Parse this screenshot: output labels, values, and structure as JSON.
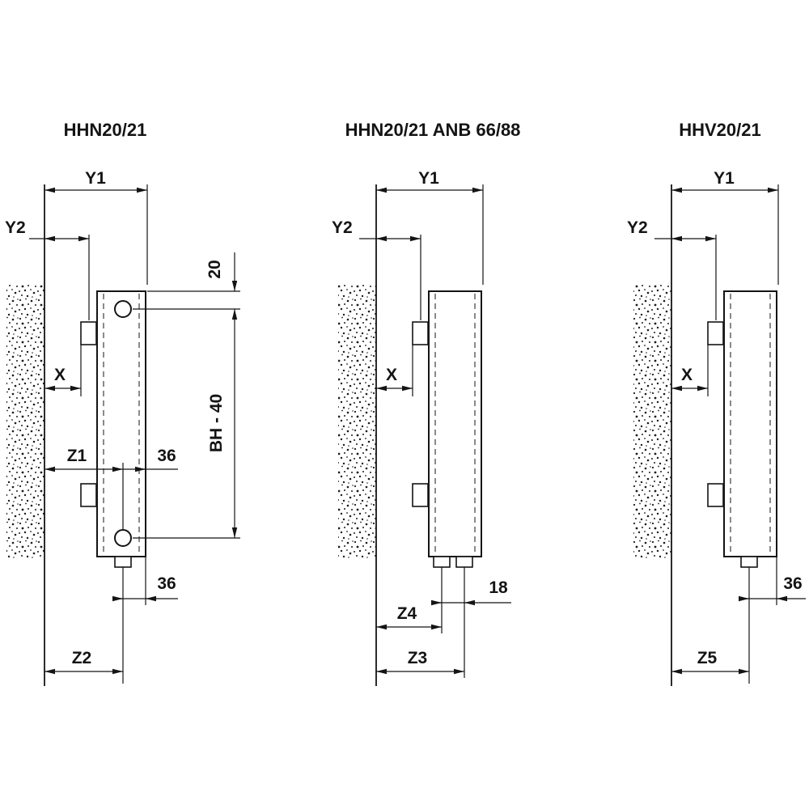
{
  "panels": {
    "hhn": {
      "title": "HHN20/21",
      "dims": {
        "y1": "Y1",
        "y2": "Y2",
        "x": "X",
        "top_offset": "20",
        "build_height": "BH - 40",
        "side_offset": "36",
        "z1": "Z1",
        "bottom_offset": "36",
        "z2": "Z2"
      }
    },
    "hhn_anb": {
      "title": "HHN20/21 ANB 66/88",
      "dims": {
        "y1": "Y1",
        "y2": "Y2",
        "x": "X",
        "pipe_spacing": "18",
        "z4": "Z4",
        "z3": "Z3"
      }
    },
    "hhv": {
      "title": "HHV20/21",
      "dims": {
        "y1": "Y1",
        "y2": "Y2",
        "x": "X",
        "bottom_offset": "36",
        "z5": "Z5"
      }
    }
  }
}
